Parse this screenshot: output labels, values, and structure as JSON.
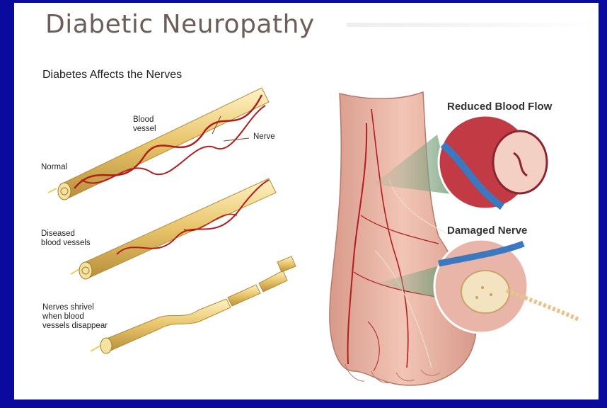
{
  "slide": {
    "title": "Diabetic Neuropathy",
    "subtitle": "Diabetes Affects the Nerves"
  },
  "left_labels": {
    "blood_vessel": "Blood\nvessel",
    "nerve": "Nerve",
    "normal": "Normal",
    "diseased": "Diseased\nblood vessels",
    "shrivel": "Nerves shrivel\nwhen blood\nvessels disappear"
  },
  "right_labels": {
    "reduced_blood_flow": "Reduced Blood Flow",
    "damaged_nerve": "Damaged Nerve"
  },
  "colors": {
    "frame": "#0a0a9e",
    "title": "#6d5f57",
    "nerve": "#e6c36a",
    "vessel": "#b01e1e",
    "skin": "#e8b0a0"
  }
}
